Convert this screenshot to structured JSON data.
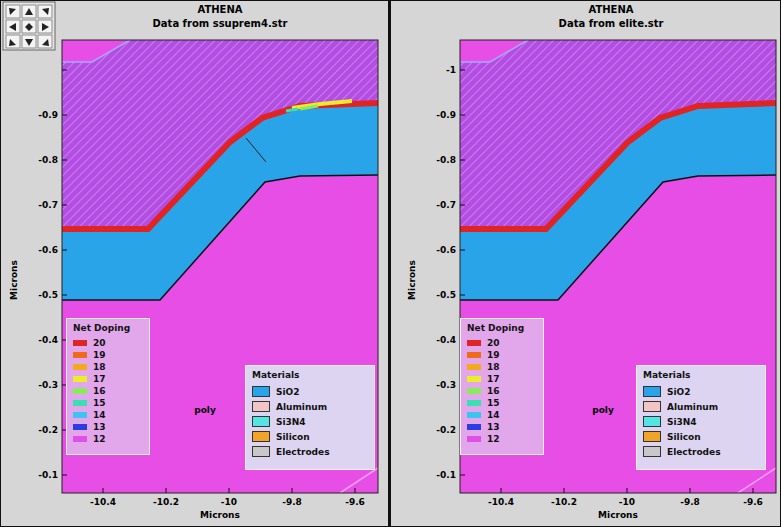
{
  "diagram": {
    "nodes": [
      {
        "text": [
          "ATHENA",
          "Data from ssuprem4.str"
        ]
      },
      {
        "text": [
          "Net Doping"
        ],
        "in": 0
      },
      {
        "text": [
          "Materials"
        ],
        "in": 0
      },
      {
        "text": [
          "ATHENA",
          "Data from elite.str"
        ]
      },
      {
        "text": [
          "Net Doping"
        ],
        "in": 3
      },
      {
        "text": [
          "Materials"
        ],
        "in": 3
      }
    ],
    "labels": [
      "-0.9",
      "-0.8",
      "-0.7",
      "-0.6",
      "-0.5",
      "-0.4",
      "-0.3",
      "-0.2",
      "-0.1",
      "Microns",
      "-10.4",
      "-10.2",
      "-10",
      "-9.8",
      "-9.6",
      "Microns",
      "poly",
      "-1",
      "-0.9",
      "-0.8",
      "-0.7",
      "-0.6",
      "-0.5",
      "-0.4",
      "-0.3",
      "-0.2",
      "-0.1",
      "Microns",
      "-10.4",
      "-10.2",
      "-10",
      "-9.8",
      "-9.6",
      "Microns",
      "poly"
    ],
    "legend": [
      {
        "text": "20",
        "color": "#e02424"
      },
      {
        "text": "19",
        "color": "#f06a1c"
      },
      {
        "text": "18",
        "color": "#f4a81c"
      },
      {
        "text": "17",
        "color": "#ecec2c"
      },
      {
        "text": "16",
        "color": "#8ce85c"
      },
      {
        "text": "15",
        "color": "#3ce0b0"
      },
      {
        "text": "14",
        "color": "#3cc4f0"
      },
      {
        "text": "13",
        "color": "#2c3ce0"
      },
      {
        "text": "12",
        "color": "#e050e8"
      },
      {
        "text": "SiO2",
        "color": "#2aa4e8"
      },
      {
        "text": "Aluminum",
        "color": "#f2c4c4"
      },
      {
        "text": "Si3N4",
        "color": "#54e4e4"
      },
      {
        "text": "Silicon",
        "color": "#f0a428"
      },
      {
        "text": "Electrodes",
        "color": "#c8c8c8"
      },
      {
        "text": "20",
        "color": "#e02424"
      },
      {
        "text": "19",
        "color": "#f06a1c"
      },
      {
        "text": "18",
        "color": "#f4a81c"
      },
      {
        "text": "17",
        "color": "#ecec2c"
      },
      {
        "text": "16",
        "color": "#8ce85c"
      },
      {
        "text": "15",
        "color": "#3ce0b0"
      },
      {
        "text": "14",
        "color": "#3cc4f0"
      },
      {
        "text": "13",
        "color": "#2c3ce0"
      },
      {
        "text": "12",
        "color": "#e050e8"
      },
      {
        "text": "SiO2",
        "color": "#2aa4e8"
      },
      {
        "text": "Aluminum",
        "color": "#f2c4c4"
      },
      {
        "text": "Si3N4",
        "color": "#54e4e4"
      },
      {
        "text": "Silicon",
        "color": "#f0a428"
      },
      {
        "text": "Electrodes",
        "color": "#c8c8c8"
      }
    ]
  }
}
